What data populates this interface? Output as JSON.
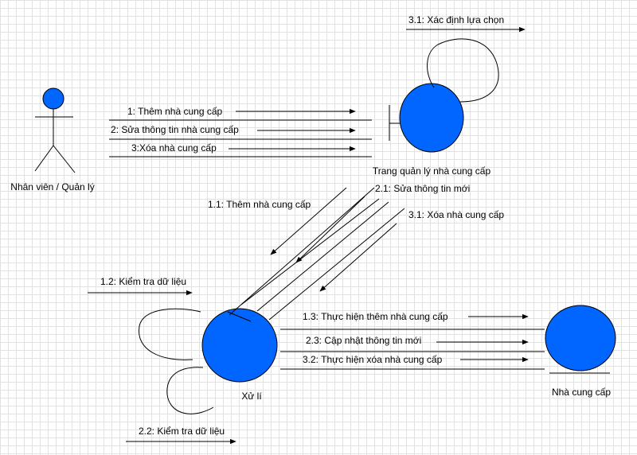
{
  "colors": {
    "node_fill": "#0066ff",
    "line": "#000000",
    "grid": "#e2e2e2"
  },
  "actor": {
    "label": "Nhân viên / Quản lý"
  },
  "boundary": {
    "label": "Trang quản lý nhà cung cấp"
  },
  "control": {
    "label": "Xử lí"
  },
  "entity": {
    "label": "Nhà cung cấp"
  },
  "messages": {
    "m1": "1: Thêm nhà cung cấp",
    "m2": "2: Sửa thông tin nhà cung cấp",
    "m3": "3:Xóa nhà cung cấp",
    "m31_self": "3.1: Xác định lựa chọn",
    "m11": "1.1: Thêm nhà cung cấp",
    "m21": "2.1: Sửa thông tin mới",
    "m31": "3.1: Xóa nhà cung cấp",
    "m12": "1.2: Kiểm tra dữ liệu",
    "m22": "2.2: Kiểm tra dữ liệu",
    "m13": "1.3: Thực hiện thêm nhà cung cấp",
    "m23": "2.3: Cập nhật thông tin mới",
    "m32": "3.2: Thực hiện xóa nhà cung cấp"
  }
}
